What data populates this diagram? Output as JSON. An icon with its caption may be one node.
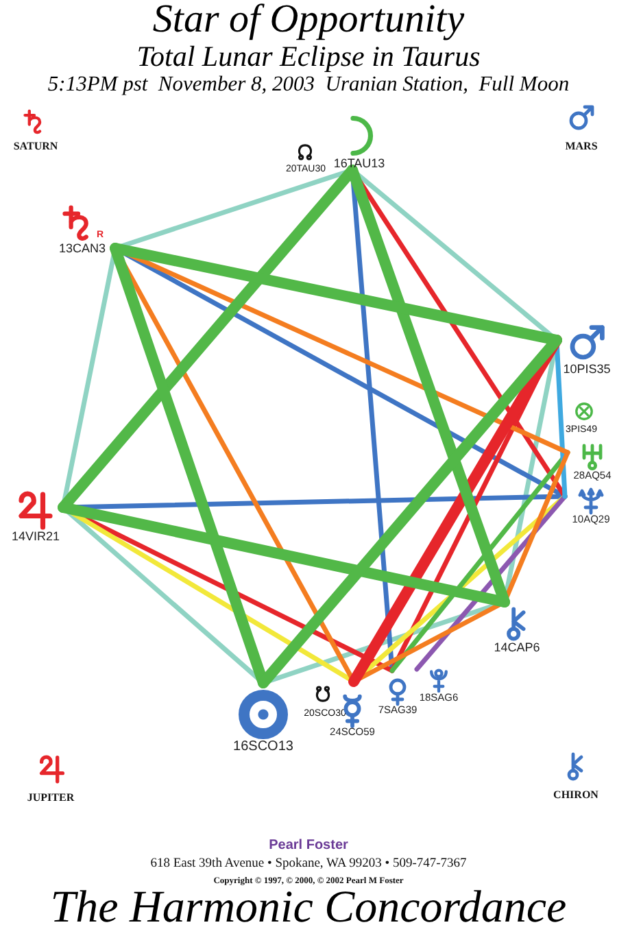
{
  "diagram": {
    "title": "Star of Opportunity",
    "caption": "The Harmonic Concordance",
    "nodes": [
      {
        "text": [
          "16TAU13"
        ]
      },
      {
        "text": [
          "R",
          "13CAN3"
        ]
      },
      {
        "text": [
          "10PIS35"
        ]
      },
      {
        "text": [
          "28AQ54"
        ]
      },
      {
        "text": [
          "10AQ29"
        ]
      },
      {
        "text": [
          "14VIR21"
        ]
      },
      {
        "text": [
          "14CAP6"
        ]
      },
      {
        "text": [
          "16SCO13"
        ]
      },
      {
        "text": [
          "24SCO59"
        ]
      },
      {
        "text": [
          "7SAG39"
        ]
      },
      {
        "text": [
          "18SAG6"
        ]
      }
    ],
    "edges": [
      {
        "from": 0,
        "to": 1,
        "arrow": "none",
        "color": "#8fd3c3"
      },
      {
        "from": 0,
        "to": 2,
        "arrow": "none",
        "color": "#8fd3c3"
      },
      {
        "from": 1,
        "to": 5,
        "arrow": "none",
        "color": "#8fd3c3"
      },
      {
        "from": 5,
        "to": 7,
        "arrow": "none",
        "color": "#8fd3c3"
      },
      {
        "from": 7,
        "to": 6,
        "arrow": "none",
        "color": "#8fd3c3"
      },
      {
        "from": 2,
        "to": 6,
        "arrow": "none",
        "color": "#8fd3c3"
      },
      {
        "from": 1,
        "to": 4,
        "arrow": "none",
        "color": "#3f75c4"
      },
      {
        "from": 5,
        "to": 4,
        "arrow": "none",
        "color": "#3f75c4"
      },
      {
        "from": 0,
        "to": 9,
        "arrow": "none",
        "color": "#3f75c4"
      },
      {
        "from": 0,
        "to": 4,
        "arrow": "none",
        "color": "#e6262b"
      },
      {
        "from": 2,
        "to": 9,
        "arrow": "none",
        "color": "#e6262b"
      },
      {
        "from": 5,
        "to": 9,
        "arrow": "none",
        "color": "#e6262b"
      },
      {
        "from": 5,
        "to": 8,
        "arrow": "none",
        "color": "#f2e83a"
      },
      {
        "from": 4,
        "to": 8,
        "arrow": "none",
        "color": "#f2e83a"
      },
      {
        "from": 3,
        "to": 9,
        "arrow": "none",
        "color": "#52b848"
      },
      {
        "from": 4,
        "to": 10,
        "arrow": "none",
        "color": "#8c58b0"
      },
      {
        "from": 2,
        "to": 4,
        "arrow": "none",
        "color": "#3fa9e0"
      },
      {
        "from": 1,
        "to": 8,
        "arrow": "none",
        "color": "#f47d20"
      },
      {
        "from": 1,
        "to": 3,
        "arrow": "none",
        "color": "#f47d20"
      },
      {
        "from": 8,
        "to": 6,
        "arrow": "none",
        "color": "#f47d20"
      },
      {
        "from": 3,
        "to": 6,
        "arrow": "none",
        "color": "#f47d20"
      },
      {
        "from": 2,
        "to": 8,
        "arrow": "none",
        "style": "thick",
        "color": "#e6262b"
      },
      {
        "from": 0,
        "to": 5,
        "arrow": "none",
        "style": "thick",
        "color": "#52b848"
      },
      {
        "from": 0,
        "to": 6,
        "arrow": "none",
        "style": "thick",
        "color": "#52b848"
      },
      {
        "from": 1,
        "to": 2,
        "arrow": "none",
        "style": "thick",
        "color": "#52b848"
      },
      {
        "from": 1,
        "to": 7,
        "arrow": "none",
        "style": "thick",
        "color": "#52b848"
      },
      {
        "from": 5,
        "to": 6,
        "arrow": "none",
        "style": "thick",
        "color": "#52b848"
      },
      {
        "from": 2,
        "to": 7,
        "arrow": "none",
        "style": "thick",
        "color": "#52b848"
      }
    ],
    "labels": [
      "Total Lunar Eclipse in Taurus",
      "5:13PM pst  November 8, 2003  Uranian Station,  Full Moon",
      "SATURN",
      "MARS",
      "20TAU30",
      "3PIS49",
      "20SCO30",
      "JUPITER",
      "CHIRON",
      "Pearl Foster",
      "618 East 39th Avenue • Spokane, WA 99203 • 509-747-7367",
      "Copyright © 1997, © 2000, © 2002 Pearl M Foster"
    ]
  }
}
